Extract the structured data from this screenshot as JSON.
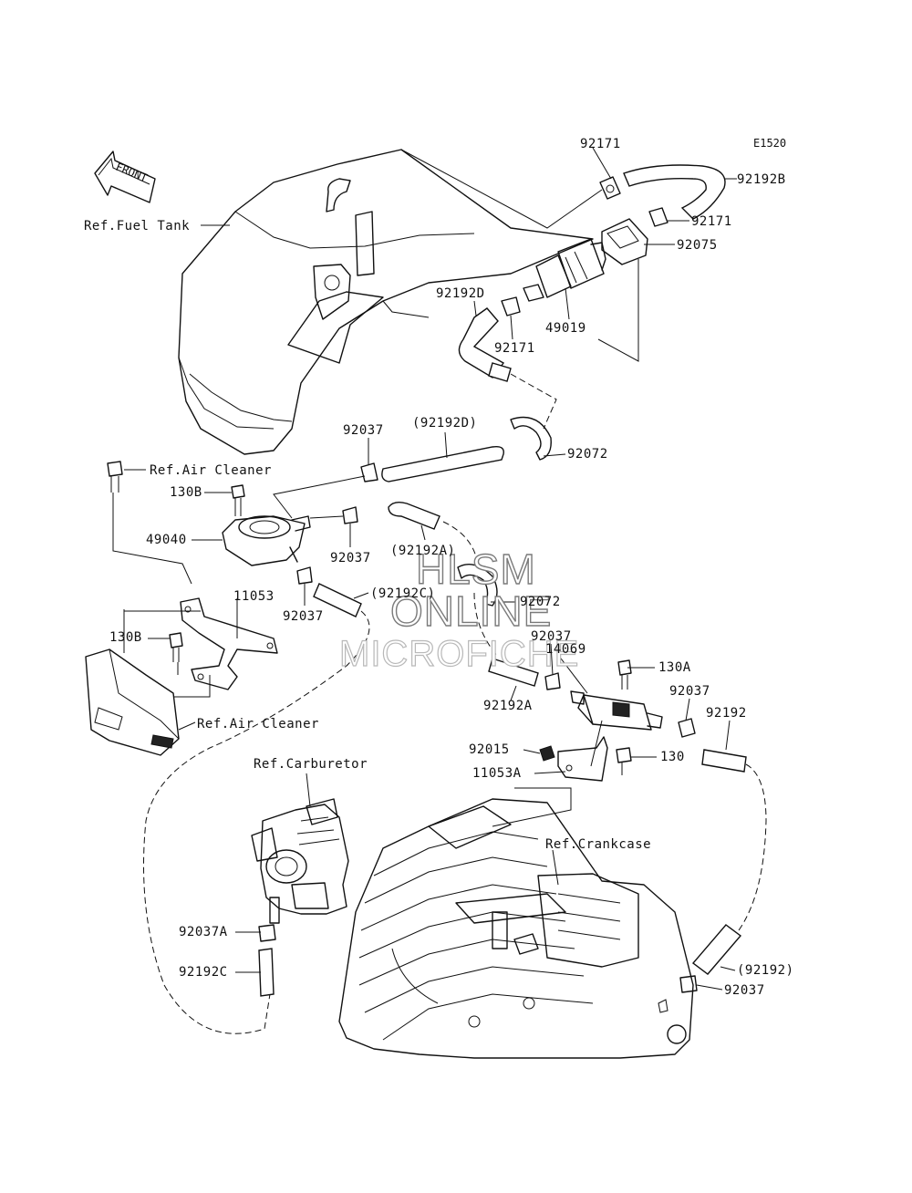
{
  "diagram_code": "E1520",
  "front_arrow_label": "FRONT",
  "watermark": {
    "line1": "HLSM",
    "line2": "ONLINE",
    "line3": "MICROFICHE"
  },
  "labels": {
    "ref_fuel_tank": "Ref.Fuel Tank",
    "ref_air_cleaner_top": "Ref.Air Cleaner",
    "ref_air_cleaner_bottom": "Ref.Air Cleaner",
    "ref_carburetor": "Ref.Carburetor",
    "ref_crankcase": "Ref.Crankcase",
    "p92171_top": "92171",
    "p92192B": "92192B",
    "p92171_right": "92171",
    "p92075": "92075",
    "p92192D": "92192D",
    "p49019": "49019",
    "p92171_mid": "92171",
    "p92037_a": "92037",
    "p92192D_paren": "(92192D)",
    "p92072_top": "92072",
    "p130B_top": "130B",
    "p49040": "49040",
    "p92037_b": "92037",
    "p92192A_paren": "(92192A)",
    "p92037_c": "92037",
    "p92192C_paren": "(92192C)",
    "p11053": "11053",
    "p130B_left": "130B",
    "p92072_mid": "92072",
    "p92037_d": "92037",
    "p14069": "14069",
    "p130A": "130A",
    "p92192A": "92192A",
    "p92037_e": "92037",
    "p92192": "92192",
    "p92015": "92015",
    "p130": "130",
    "p11053A": "11053A",
    "p92037A": "92037A",
    "p92192C": "92192C",
    "p92192_paren": "(92192)",
    "p92037_f": "92037"
  }
}
